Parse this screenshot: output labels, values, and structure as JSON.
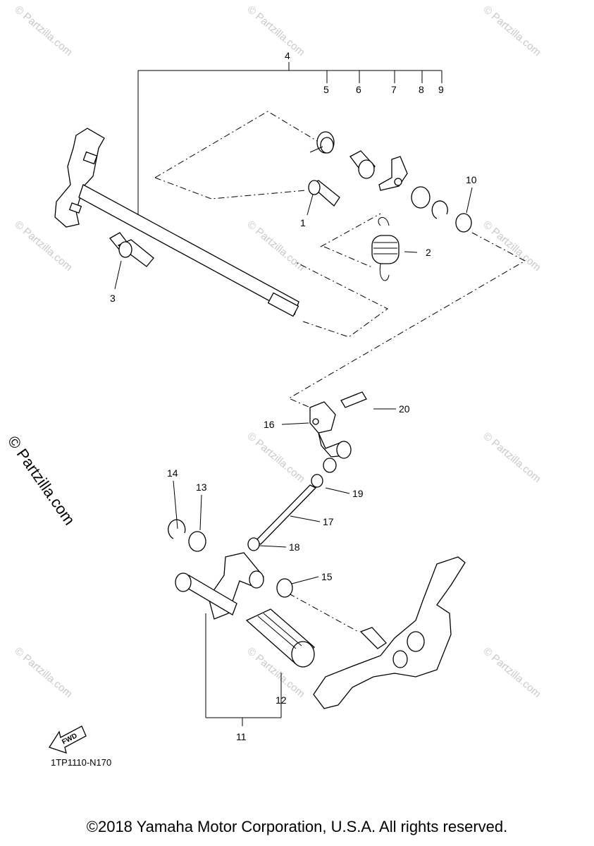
{
  "watermark": {
    "text": "© Partzilla.com",
    "side_text": "© Partzilla.com"
  },
  "callouts": [
    "1",
    "2",
    "3",
    "4",
    "5",
    "6",
    "7",
    "8",
    "9",
    "10",
    "11",
    "12",
    "13",
    "14",
    "15",
    "16",
    "17",
    "18",
    "19",
    "20"
  ],
  "diagram_code": "1TP1110-N170",
  "fwd_label": "FWD",
  "copyright": "©2018 Yamaha Motor Corporation, U.S.A. All rights reserved."
}
